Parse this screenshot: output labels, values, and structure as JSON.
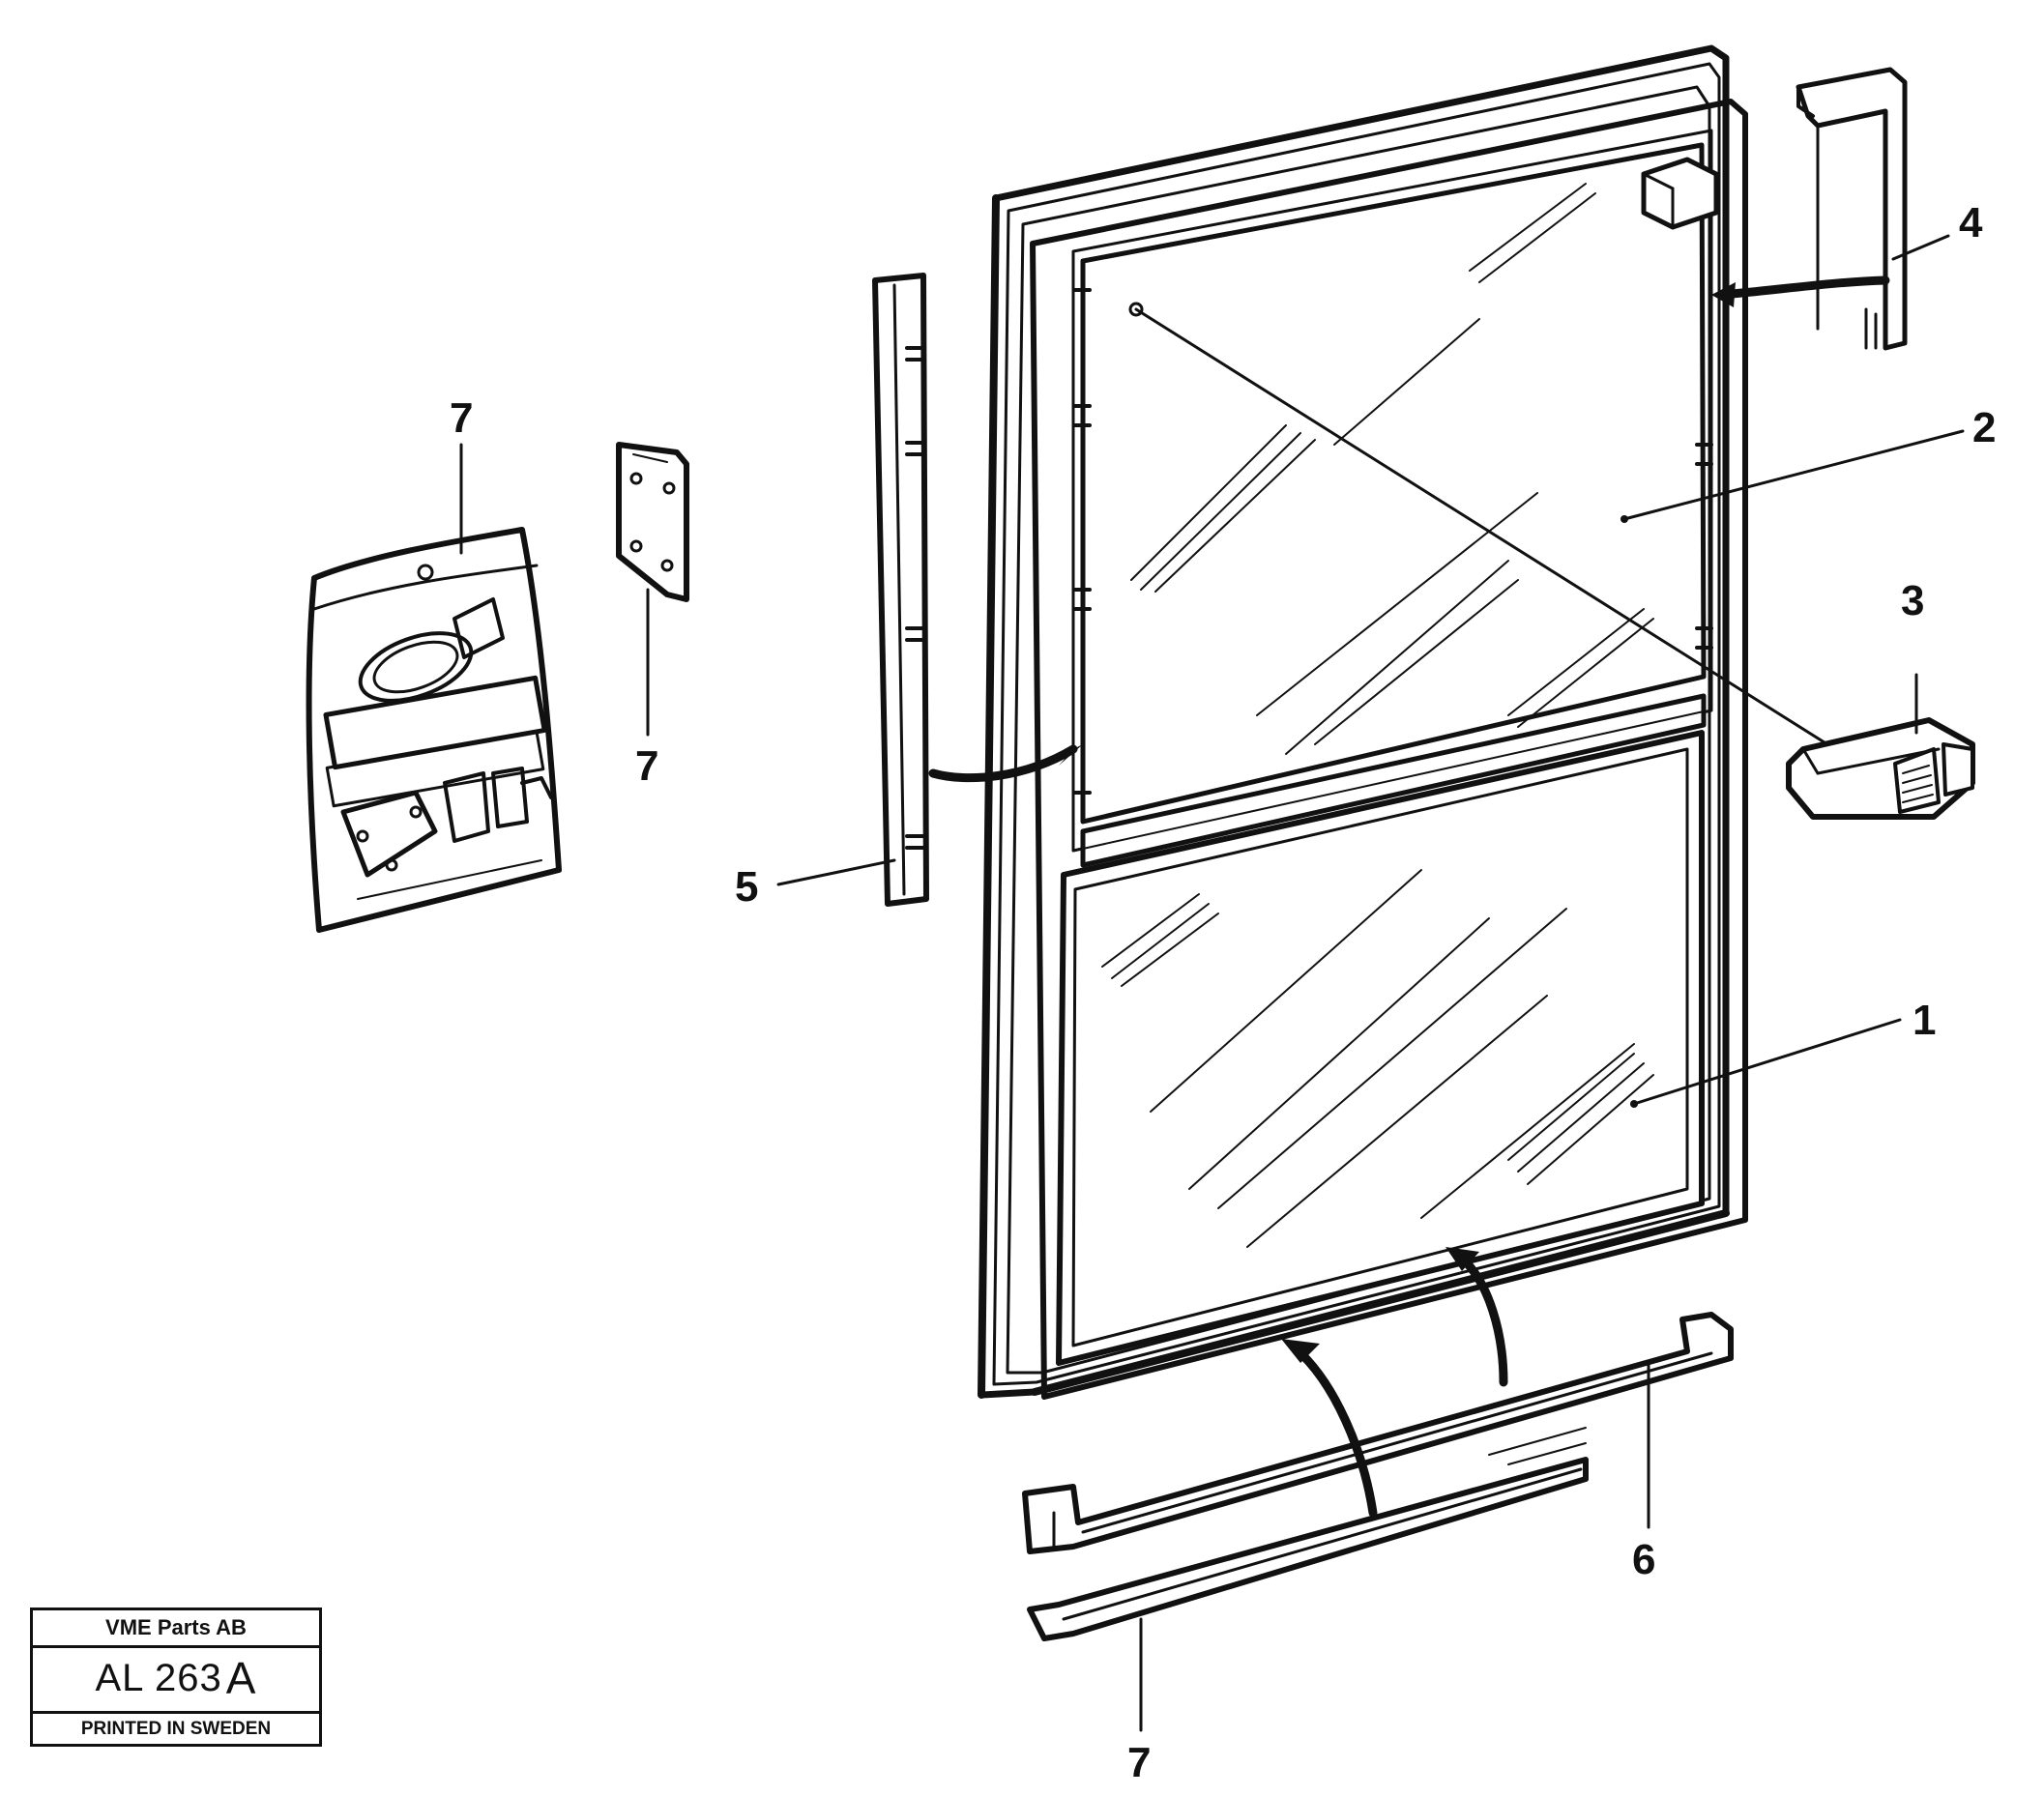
{
  "title_block": {
    "company": "VME Parts AB",
    "drawing_prefix": "AL 263",
    "drawing_suffix": "A",
    "printed": "PRINTED IN SWEDEN"
  },
  "callouts": {
    "c1": "1",
    "c2": "2",
    "c3": "3",
    "c4": "4",
    "c5": "5",
    "c6": "6",
    "c7_bag": "7",
    "c7_plate": "7",
    "c7_strip": "7"
  },
  "colors": {
    "ink": "#111111",
    "paper": "#ffffff"
  }
}
